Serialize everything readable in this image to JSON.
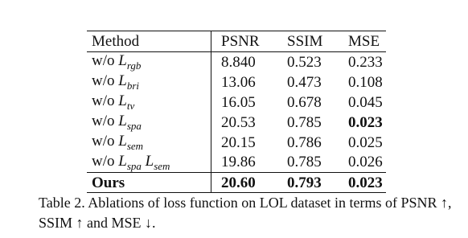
{
  "table": {
    "headers": [
      "Method",
      "PSNR",
      "SSIM",
      "MSE"
    ],
    "rows": [
      {
        "prefix": "w/o",
        "loss": [
          [
            "L",
            "rgb"
          ]
        ],
        "psnr": "8.840",
        "ssim": "0.523",
        "mse": "0.233",
        "bold_cols": []
      },
      {
        "prefix": "w/o",
        "loss": [
          [
            "L",
            "bri"
          ]
        ],
        "psnr": "13.06",
        "ssim": "0.473",
        "mse": "0.108",
        "bold_cols": []
      },
      {
        "prefix": "w/o",
        "loss": [
          [
            "L",
            "tv"
          ]
        ],
        "psnr": "16.05",
        "ssim": "0.678",
        "mse": "0.045",
        "bold_cols": []
      },
      {
        "prefix": "w/o",
        "loss": [
          [
            "L",
            "spa"
          ]
        ],
        "psnr": "20.53",
        "ssim": "0.785",
        "mse": "0.023",
        "bold_cols": [
          "mse"
        ]
      },
      {
        "prefix": "w/o",
        "loss": [
          [
            "L",
            "sem"
          ]
        ],
        "psnr": "20.15",
        "ssim": "0.786",
        "mse": "0.025",
        "bold_cols": []
      },
      {
        "prefix": "w/o",
        "loss": [
          [
            "L",
            "spa"
          ],
          [
            "L",
            "sem"
          ]
        ],
        "psnr": "19.86",
        "ssim": "0.785",
        "mse": "0.026",
        "bold_cols": []
      }
    ],
    "ours": {
      "method": "Ours",
      "psnr": "20.60",
      "ssim": "0.793",
      "mse": "0.023"
    }
  },
  "caption": "Table 2. Ablations of loss function on LOL dataset in terms of PSNR ↑, SSIM ↑ and MSE ↓."
}
